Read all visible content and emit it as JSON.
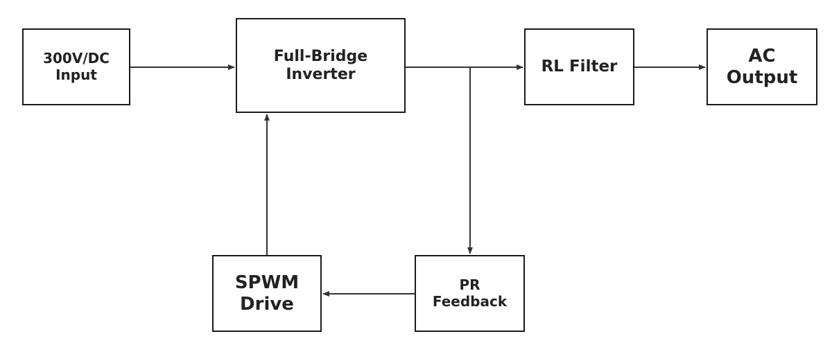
{
  "blocks": {
    "dc_input": {
      "line1": "300V/DC",
      "line2": "Input"
    },
    "inverter": {
      "line1": "Full-Bridge",
      "line2": "Inverter"
    },
    "rl_filter": {
      "line1": "RL Filter"
    },
    "ac_output": {
      "line1": "AC",
      "line2": "Output"
    },
    "spwm_drive": {
      "line1": "SPWM",
      "line2": "Drive"
    },
    "pr_feedback": {
      "line1": "PR",
      "line2": "Feedback"
    }
  },
  "connections": [
    {
      "from": "dc_input",
      "to": "inverter"
    },
    {
      "from": "inverter",
      "to": "rl_filter"
    },
    {
      "from": "rl_filter",
      "to": "ac_output"
    },
    {
      "from": "inverter",
      "to": "pr_feedback"
    },
    {
      "from": "pr_feedback",
      "to": "spwm_drive"
    },
    {
      "from": "spwm_drive",
      "to": "inverter"
    }
  ],
  "colors": {
    "line": "#333333",
    "border": "#1a1a1a",
    "text": "#222222"
  }
}
